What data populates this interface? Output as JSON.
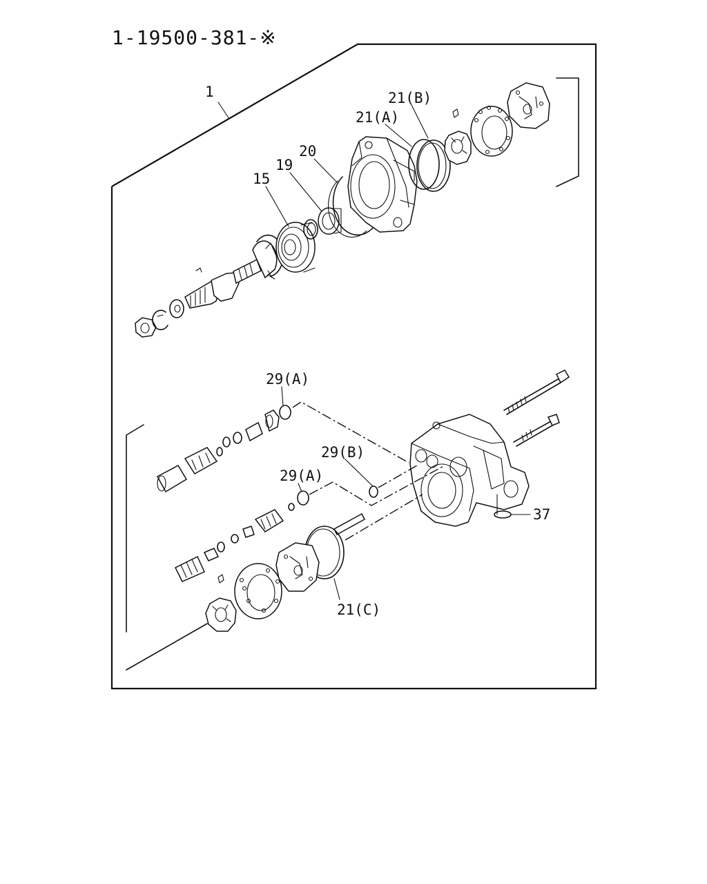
{
  "title": "1-19500-381-※",
  "callouts": {
    "c1": "1",
    "c15": "15",
    "c19": "19",
    "c20": "20",
    "c21a": "21(A)",
    "c21b": "21(B)",
    "c21c": "21(C)",
    "c29a_top": "29(A)",
    "c29b": "29(B)",
    "c29a_mid": "29(A)",
    "c37": "37"
  }
}
